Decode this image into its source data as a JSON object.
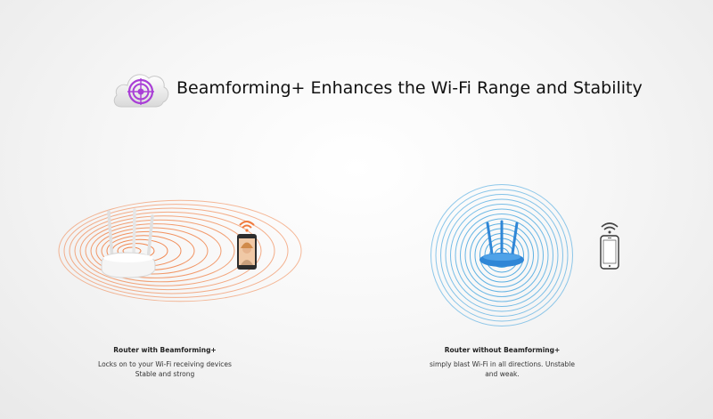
{
  "header": {
    "title": "Beamforming+ Enhances the Wi-Fi Range and Stability",
    "icon": "target-cloud-icon"
  },
  "left": {
    "title": "Router with Beamforming+",
    "description": "Locks on to your Wi-Fi receiving devices Stable and strong",
    "wave_color": "#f07a3c",
    "icons": [
      "router-icon",
      "smartphone-icon",
      "wifi-signal-icon"
    ]
  },
  "right": {
    "title": "Router without Beamforming+",
    "description": "simply blast Wi-Fi in all directions. Unstable and weak.",
    "wave_color": "#3aa0dd",
    "icons": [
      "router-icon",
      "smartphone-icon",
      "wifi-signal-icon"
    ]
  },
  "colors": {
    "accent_purple": "#a93fd6",
    "orange": "#f07a3c",
    "blue": "#3aa0dd",
    "router_blue": "#2f86d6"
  }
}
